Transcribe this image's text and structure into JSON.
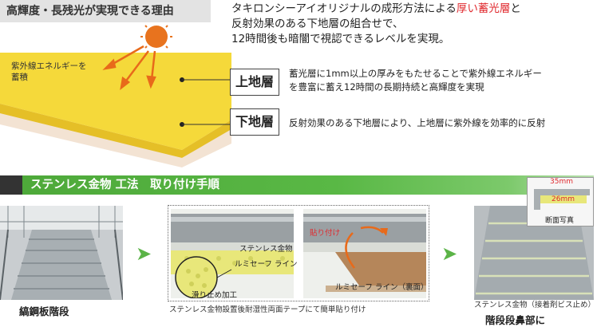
{
  "title": "高輝度・長残光が実現できる理由",
  "intro": {
    "line1_before": "タキロンシーアイオリジナルの成形方法による",
    "line1_highlight": "厚い蓄光層",
    "line1_after": "と",
    "line2": "反射効果のある下地層の組合せで、",
    "line3": "12時間後も暗闇で視認できるレベルを実現。"
  },
  "diagram": {
    "uv_label_line1": "紫外線エネルギーを",
    "uv_label_line2": "蓄積",
    "upper_layer": {
      "label": "上地層",
      "desc_line1": "蓄光層に1mm以上の厚みをもたせることで紫外線エネルギー",
      "desc_line2": "を豊富に蓄え12時間の長期持続と高輝度を実現"
    },
    "lower_layer": {
      "label": "下地層",
      "desc": "反射効果のある下地層により、上地層に紫外線を効率的に反射"
    },
    "colors": {
      "upper": "#f5d93a",
      "lower": "#f3e3d3",
      "sun": "#e8731e",
      "arrow": "#e86a1a"
    }
  },
  "banner": {
    "text": "ステンレス金物 工法　取り付け手順",
    "color": "#59b845"
  },
  "steps": {
    "left_caption": "縞鋼板階段",
    "process": {
      "label_metal": "ステンレス金物",
      "label_lumi": "ルミセーフ ライン",
      "label_antislip": "滑り止め加工",
      "label_attach": "貼り付け",
      "label_lumi_back": "ルミセーフ ライン（裏面）",
      "caption": "ステンレス金物設置後耐湿性両面テープにて簡単貼り付け"
    },
    "right_note": "ステンレス金物（接着剤ビス止め）",
    "right_caption": "階段段鼻部に",
    "section": {
      "dim_top": "35mm",
      "dim_side": "26mm",
      "label": "断面写真"
    }
  }
}
